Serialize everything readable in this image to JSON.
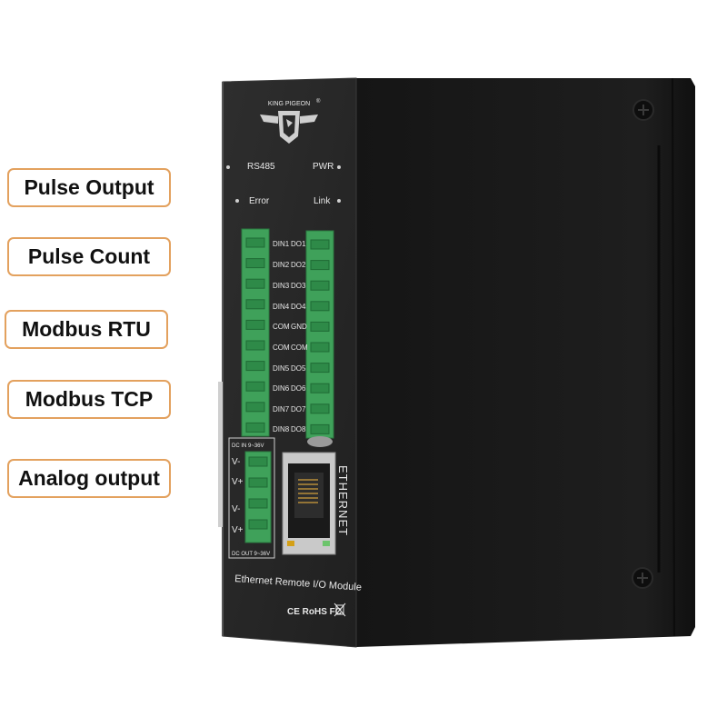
{
  "feature_labels": [
    {
      "label": "Pulse Output"
    },
    {
      "label": "Pulse Count"
    },
    {
      "label": "Modbus RTU"
    },
    {
      "label": "Modbus TCP"
    },
    {
      "label": "Analog output"
    }
  ],
  "device": {
    "brand": "KING PIGEON",
    "registered_mark": "®",
    "indicators": {
      "rs485": "RS485",
      "pwr": "PWR",
      "error": "Error",
      "link": "Link"
    },
    "left_terminals": [
      "DIN1",
      "DIN2",
      "DIN3",
      "DIN4",
      "COM",
      "COM",
      "DIN5",
      "DIN6",
      "DIN7",
      "DIN8"
    ],
    "right_terminals": [
      "DO1",
      "DO2",
      "DO3",
      "DO4",
      "GND",
      "COM",
      "DO5",
      "DO6",
      "DO7",
      "DO8"
    ],
    "power_in_label": "DC  IN  9~36V",
    "power_out_label": "DC OUT 9~36V",
    "power_pins": [
      "V-",
      "V+",
      "V-",
      "V+"
    ],
    "ethernet_label": "ETHERNET",
    "module_name": "Ethernet Remote I/O Module",
    "certifications": "CE RoHS FC",
    "colors": {
      "body": "#1c1c1c",
      "front_panel": "#2a2a2a",
      "terminal": "#3fa15a",
      "label_border": "#e3a15e"
    }
  }
}
